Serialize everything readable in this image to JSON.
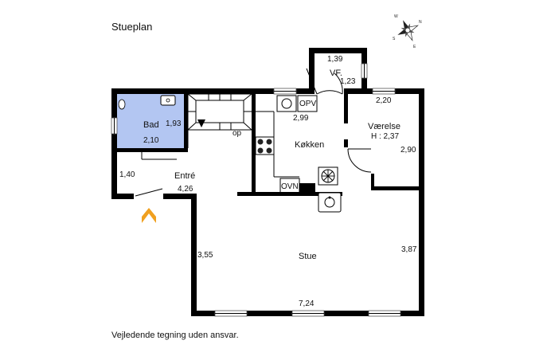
{
  "title": "Stueplan",
  "disclaimer": "Vejledende tegning uden ansvar.",
  "colors": {
    "bathroom": "#b3c6f2",
    "entrance_arrow": "#f0a020",
    "walls": "#000000"
  },
  "compass": {
    "letters": [
      "N",
      "S",
      "E",
      "W"
    ],
    "icon": "compass-rose-icon"
  },
  "rooms": {
    "bad": {
      "name": "Bad",
      "width": "1,93",
      "depth": "2,10"
    },
    "vf": {
      "name": "VF.",
      "width": "1,39",
      "depth": "1,23"
    },
    "entre": {
      "name": "Entré",
      "width": "4,26",
      "depth": "1,40"
    },
    "stairs": {
      "label": "op"
    },
    "kokken": {
      "name": "Køkken",
      "width": "2,99",
      "opv": "OPV",
      "ovn": "OVN"
    },
    "vaerelse": {
      "name": "Værelse",
      "height": "H : 2,37",
      "width": "2,20",
      "depth": "2,90"
    },
    "stue": {
      "name": "Stue",
      "width": "7,24",
      "depth_left": "3,55",
      "depth_right": "3,87"
    }
  }
}
